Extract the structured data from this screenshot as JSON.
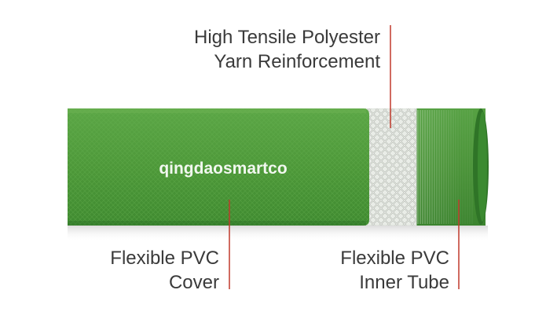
{
  "labels": {
    "yarn_reinforcement": {
      "line1": "High Tensile Polyester",
      "line2": "Yarn Reinforcement"
    },
    "pvc_cover": {
      "line1": "Flexible PVC",
      "line2": "Cover"
    },
    "pvc_inner_tube": {
      "line1": "Flexible PVC",
      "line2": "Inner Tube"
    }
  },
  "watermark": "qingdaosmartco",
  "colors": {
    "hose_green": "#4f9a3c",
    "hose_dark": "#2f7427",
    "hose_light": "#6cb152",
    "mesh": "#c7cbc4",
    "leader_line": "#c0392b",
    "text": "#3a3a3a"
  }
}
